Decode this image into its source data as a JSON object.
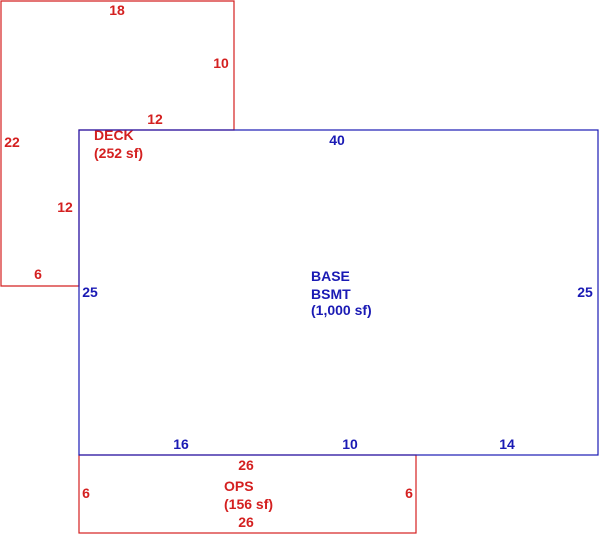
{
  "colors": {
    "deck": "#d42020",
    "base": "#1a1ab4",
    "ops": "#d42020",
    "background": "#ffffff"
  },
  "deck": {
    "name": "DECK",
    "area": "(252 sf)",
    "dims": {
      "top": "18",
      "right_upper": "10",
      "inner_top": "12",
      "left": "22",
      "inner_right": "12",
      "bottom": "6"
    }
  },
  "base": {
    "name_line1": "BASE",
    "name_line2": "BSMT",
    "area": "(1,000 sf)",
    "dims": {
      "top": "40",
      "left": "25",
      "right": "25",
      "bottom_left": "16",
      "bottom_mid": "10",
      "bottom_right": "14"
    }
  },
  "ops": {
    "name": "OPS",
    "area": "(156 sf)",
    "dims": {
      "top": "26",
      "left": "6",
      "right": "6",
      "bottom": "26"
    }
  }
}
